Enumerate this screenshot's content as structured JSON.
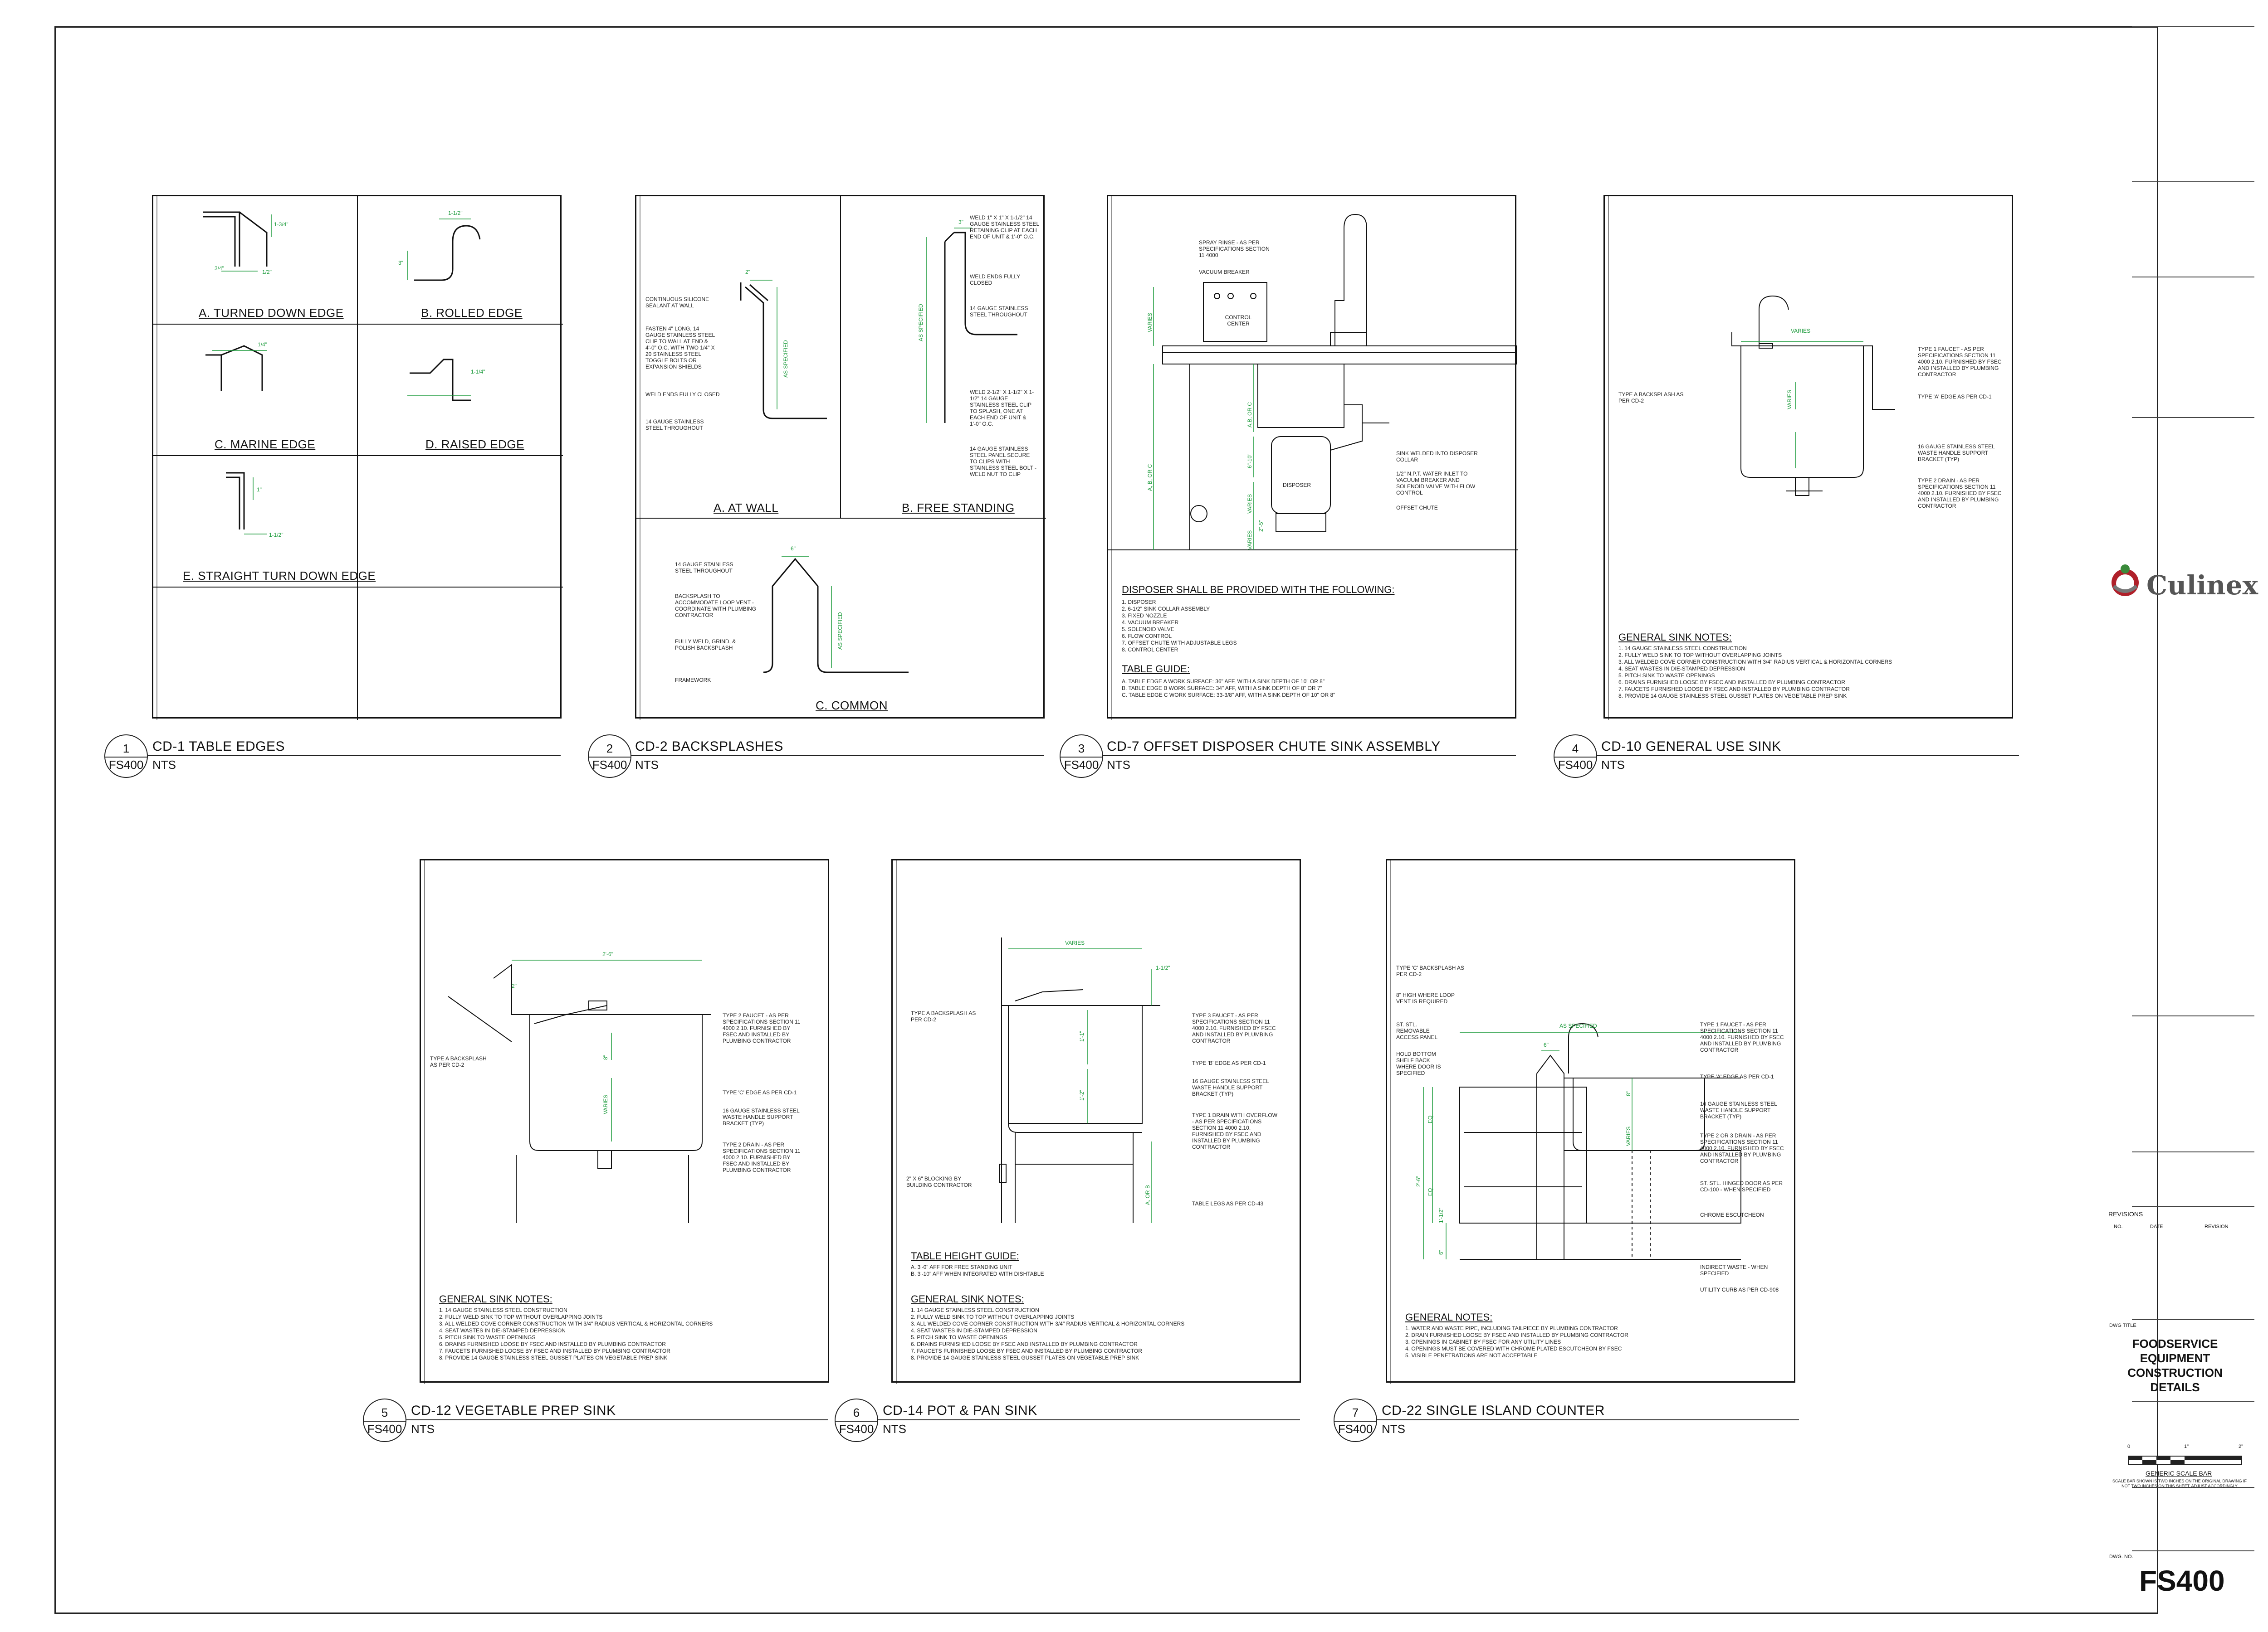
{
  "sheet": {
    "number": "FS400",
    "dwg_title_label": "DWG TITLE",
    "dwg_title": "FOODSERVICE EQUIPMENT CONSTRUCTION DETAILS",
    "dwg_no_label": "DWG. No.",
    "revisions_label": "REVISIONS",
    "revisions_cols": [
      "NO.",
      "DATE",
      "REVISION"
    ],
    "scale_bar_title": "GENERIC SCALE BAR",
    "scale_bar_note": "SCALE BAR SHOWN IS TWO INCHES ON THE ORIGINAL DRAWING IF NOT TWO INCHES ON THIS SHEET, ADJUST ACCORDINGLY",
    "scale_ticks": [
      "0",
      "1\"",
      "2\""
    ],
    "logo_text": "Culinex"
  },
  "details": [
    {
      "num": "1",
      "sheet": "FS400",
      "name": "CD-1 TABLE EDGES",
      "scale": "NTS"
    },
    {
      "num": "2",
      "sheet": "FS400",
      "name": "CD-2 BACKSPLASHES",
      "scale": "NTS"
    },
    {
      "num": "3",
      "sheet": "FS400",
      "name": "CD-7 OFFSET DISPOSER CHUTE SINK ASSEMBLY",
      "scale": "NTS"
    },
    {
      "num": "4",
      "sheet": "FS400",
      "name": "CD-10 GENERAL USE SINK",
      "scale": "NTS"
    },
    {
      "num": "5",
      "sheet": "FS400",
      "name": "CD-12 VEGETABLE PREP SINK",
      "scale": "NTS"
    },
    {
      "num": "6",
      "sheet": "FS400",
      "name": "CD-14 POT & PAN SINK",
      "scale": "NTS"
    },
    {
      "num": "7",
      "sheet": "FS400",
      "name": "CD-22 SINGLE ISLAND COUNTER",
      "scale": "NTS"
    }
  ],
  "cd1": {
    "captions": [
      "A. TURNED DOWN EDGE",
      "B. ROLLED EDGE",
      "C. MARINE EDGE",
      "D. RAISED EDGE",
      "E. STRAIGHT TURN DOWN EDGE"
    ],
    "dims": [
      "1-3/4\"",
      "3/4\"",
      "1/2\"",
      "1-1/2\"",
      "3\"",
      "1/4\"",
      "1-1/4\"",
      "1\"",
      "1-1/2\""
    ]
  },
  "cd2": {
    "captions": [
      "A. AT WALL",
      "B. FREE STANDING",
      "C. COMMON"
    ],
    "a_notes": [
      "CONTINUOUS SILICONE SEALANT AT WALL",
      "FASTEN 4\" LONG, 14 GAUGE STAINLESS STEEL CLIP TO WALL AT END & 4'-0\" O.C. WITH TWO 1/4\" x 20 STAINLESS STEEL TOGGLE BOLTS OR EXPANSION SHIELDS",
      "WELD ENDS FULLY CLOSED",
      "14 GAUGE STAINLESS STEEL THROUGHOUT"
    ],
    "b_notes": [
      "WELD 1\" x 1\" x 1-1/2\" 14 GAUGE STAINLESS STEEL RETAINING CLIP AT EACH END OF UNIT & 1'-0\" O.C.",
      "WELD ENDS FULLY CLOSED",
      "14 GAUGE STAINLESS STEEL THROUGHOUT",
      "WELD 2-1/2\" x 1-1/2\" x 1-1/2\" 14 GAUGE STAINLESS STEEL CLIP TO SPLASH, ONE AT EACH END OF UNIT & 1'-0\" O.C.",
      "14 GAUGE STAINLESS STEEL PANEL SECURE TO CLIPS WITH STAINLESS STEEL BOLT - WELD NUT TO CLIP"
    ],
    "c_notes": [
      "14 GAUGE STAINLESS STEEL THROUGHOUT",
      "BACKSPLASH TO ACCOMMODATE LOOP VENT - COORDINATE WITH PLUMBING CONTRACTOR",
      "FULLY WELD, GRIND, & POLISH BACKSPLASH",
      "FRAMEWORK"
    ],
    "dims": [
      "2\"",
      "3\"",
      "6\"",
      "AS SPECIFIED"
    ]
  },
  "cd7": {
    "notes": [
      "SPRAY RINSE - AS PER SPECIFICATIONS SECTION 11 4000",
      "VACUUM BREAKER",
      "CONTROL CENTER",
      "SINK WELDED INTO DISPOSER COLLAR",
      "1/2\" N.P.T. WATER INLET TO VACUUM BREAKER AND SOLENOID VALVE WITH FLOW CONTROL",
      "OFFSET CHUTE",
      "DISPOSER"
    ],
    "dims": [
      "VARIES",
      "A, B, OR C",
      "A,B, OR C",
      "6\"-10\"",
      "VARIES",
      "2\"-5\"",
      "VARIES"
    ],
    "provided_title": "DISPOSER SHALL BE PROVIDED WITH THE FOLLOWING:",
    "provided": [
      "1. DISPOSER",
      "2. 6-1/2\" SINK COLLAR ASSEMBLY",
      "3. FIXED NOZZLE",
      "4. VACUUM BREAKER",
      "5. SOLENOID VALVE",
      "6. FLOW CONTROL",
      "7. OFFSET CHUTE WITH ADJUSTABLE LEGS",
      "8. CONTROL CENTER"
    ],
    "table_title": "TABLE GUIDE:",
    "table": [
      "A. TABLE EDGE A WORK SURFACE: 36\" AFF, WITH A SINK DEPTH OF 10\" OR 8\"",
      "B. TABLE EDGE B WORK SURFACE: 34\" AFF, WITH A SINK DEPTH OF 8\" OR 7\"",
      "C. TABLE EDGE C WORK SURFACE: 33-3/8\" AFF, WITH A SINK DEPTH OF 10\" OR 8\""
    ]
  },
  "cd10": {
    "notes": [
      "TYPE A BACKSPLASH AS PER CD-2",
      "TYPE 1 FAUCET - AS PER SPECIFICATIONS SECTION 11 4000 2.10. FURNISHED BY FSEC AND INSTALLED BY PLUMBING CONTRACTOR",
      "TYPE 'A' EDGE AS PER CD-1",
      "16 GAUGE STAINLESS STEEL WASTE HANDLE SUPPORT BRACKET (TYP)",
      "TYPE 2 DRAIN - AS PER SPECIFICATIONS SECTION 11 4000 2.10. FURNISHED BY FSEC AND INSTALLED BY PLUMBING CONTRACTOR"
    ],
    "dims": [
      "VARIES",
      "VARIES"
    ],
    "gen_title": "GENERAL SINK NOTES:"
  },
  "general_sink_notes": [
    "1. 14 GAUGE STAINLESS STEEL CONSTRUCTION",
    "2. FULLY WELD SINK TO TOP WITHOUT OVERLAPPING JOINTS",
    "3. ALL WELDED COVE CORNER CONSTRUCTION WITH 3/4\" RADIUS VERTICAL & HORIZONTAL CORNERS",
    "4. SEAT WASTES IN DIE-STAMPED DEPRESSION",
    "5. PITCH SINK TO WASTE OPENINGS",
    "6. DRAINS FURNISHED LOOSE BY FSEC AND INSTALLED BY PLUMBING CONTRACTOR",
    "7. FAUCETS FURNISHED LOOSE BY FSEC AND INSTALLED BY PLUMBING CONTRACTOR",
    "8. PROVIDE 14 GAUGE STAINLESS STEEL GUSSET PLATES ON VEGETABLE PREP SINK"
  ],
  "cd12": {
    "notes": [
      "TYPE A BACKSPLASH AS PER CD-2",
      "TYPE 2 FAUCET - AS PER SPECIFICATIONS SECTION 11 4000 2.10. FURNISHED BY FSEC AND INSTALLED BY PLUMBING CONTRACTOR",
      "TYPE 'C' EDGE AS PER CD-1",
      "16 GAUGE STAINLESS STEEL WASTE HANDLE SUPPORT BRACKET (TYP)",
      "TYPE 2 DRAIN - AS PER SPECIFICATIONS SECTION 11 4000 2.10. FURNISHED BY FSEC AND INSTALLED BY PLUMBING CONTRACTOR"
    ],
    "dims": [
      "2'-6\"",
      "8\"",
      "VARIES",
      "2\""
    ],
    "gen_title": "GENERAL SINK NOTES:"
  },
  "cd14": {
    "notes": [
      "TYPE A BACKSPLASH AS PER CD-2",
      "TYPE 3 FAUCET - AS PER SPECIFICATIONS SECTION 11 4000 2.10. FURNISHED BY FSEC AND INSTALLED BY PLUMBING CONTRACTOR",
      "TYPE 'B' EDGE AS PER CD-1",
      "16 GAUGE STAINLESS STEEL WASTE HANDLE SUPPORT BRACKET (TYP)",
      "TYPE 1 DRAIN WITH OVERFLOW - AS PER SPECIFICATIONS SECTION 11 4000 2.10. FURNISHED BY FSEC AND INSTALLED BY PLUMBING CONTRACTOR",
      "2\" x 6\" BLOCKING BY BUILDING CONTRACTOR",
      "TABLE LEGS AS PER CD-43"
    ],
    "dims": [
      "VARIES",
      "1-1/2\"",
      "1'-1\"",
      "1'-2\"",
      "A, OR B"
    ],
    "height_title": "TABLE HEIGHT GUIDE:",
    "height": [
      "A. 3'-0\" AFF FOR FREE STANDING UNIT",
      "B. 3'-10\" AFF WHEN INTEGRATED WITH DISHTABLE"
    ],
    "gen_title": "GENERAL SINK NOTES:"
  },
  "cd22": {
    "notes": [
      "TYPE 'C' BACKSPLASH AS PER CD-2",
      "8\" HIGH WHERE LOOP VENT IS REQUIRED",
      "ST. STL. REMOVABLE ACCESS PANEL",
      "HOLD BOTTOM SHELF BACK WHERE DOOR IS SPECIFIED",
      "TYPE 1 FAUCET - AS PER SPECIFICATIONS SECTION 11 4000 2.10. FURNISHED BY FSEC AND INSTALLED BY PLUMBING CONTRACTOR",
      "TYPE 'A' EDGE AS PER CD-1",
      "16 GAUGE STAINLESS STEEL WASTE HANDLE SUPPORT BRACKET (TYP)",
      "TYPE 2 OR 3 DRAIN - AS PER SPECIFICATIONS SECTION 11 4000 2.10. FURNISHED BY FSEC AND INSTALLED BY PLUMBING CONTRACTOR",
      "ST. STL. HINGED DOOR AS PER CD-100 - WHEN SPECIFIED",
      "CHROME ESCUTCHEON",
      "INDIRECT WASTE - WHEN SPECIFIED",
      "UTILITY CURB AS PER CD-908"
    ],
    "dims": [
      "AS SPECIFIED",
      "6\"",
      "8\"",
      "EQ",
      "EQ",
      "2'-6\"",
      "6\"",
      "1'-1/2\"",
      "VARIES"
    ],
    "gen_title": "GENERAL NOTES:",
    "gen": [
      "1. WATER AND WASTE PIPE, INCLUDING TAILPIECE BY PLUMBING CONTRACTOR",
      "2. DRAIN FURNISHED LOOSE BY FSEC AND INSTALLED BY PLUMBING CONTRACTOR",
      "3. OPENINGS IN CABINET BY FSEC FOR ANY UTILITY LINES",
      "4. OPENINGS MUST BE COVERED WITH CHROME PLATED ESCUTCHEON BY FSEC",
      "5. VISIBLE PENETRATIONS ARE NOT ACCEPTABLE"
    ]
  }
}
